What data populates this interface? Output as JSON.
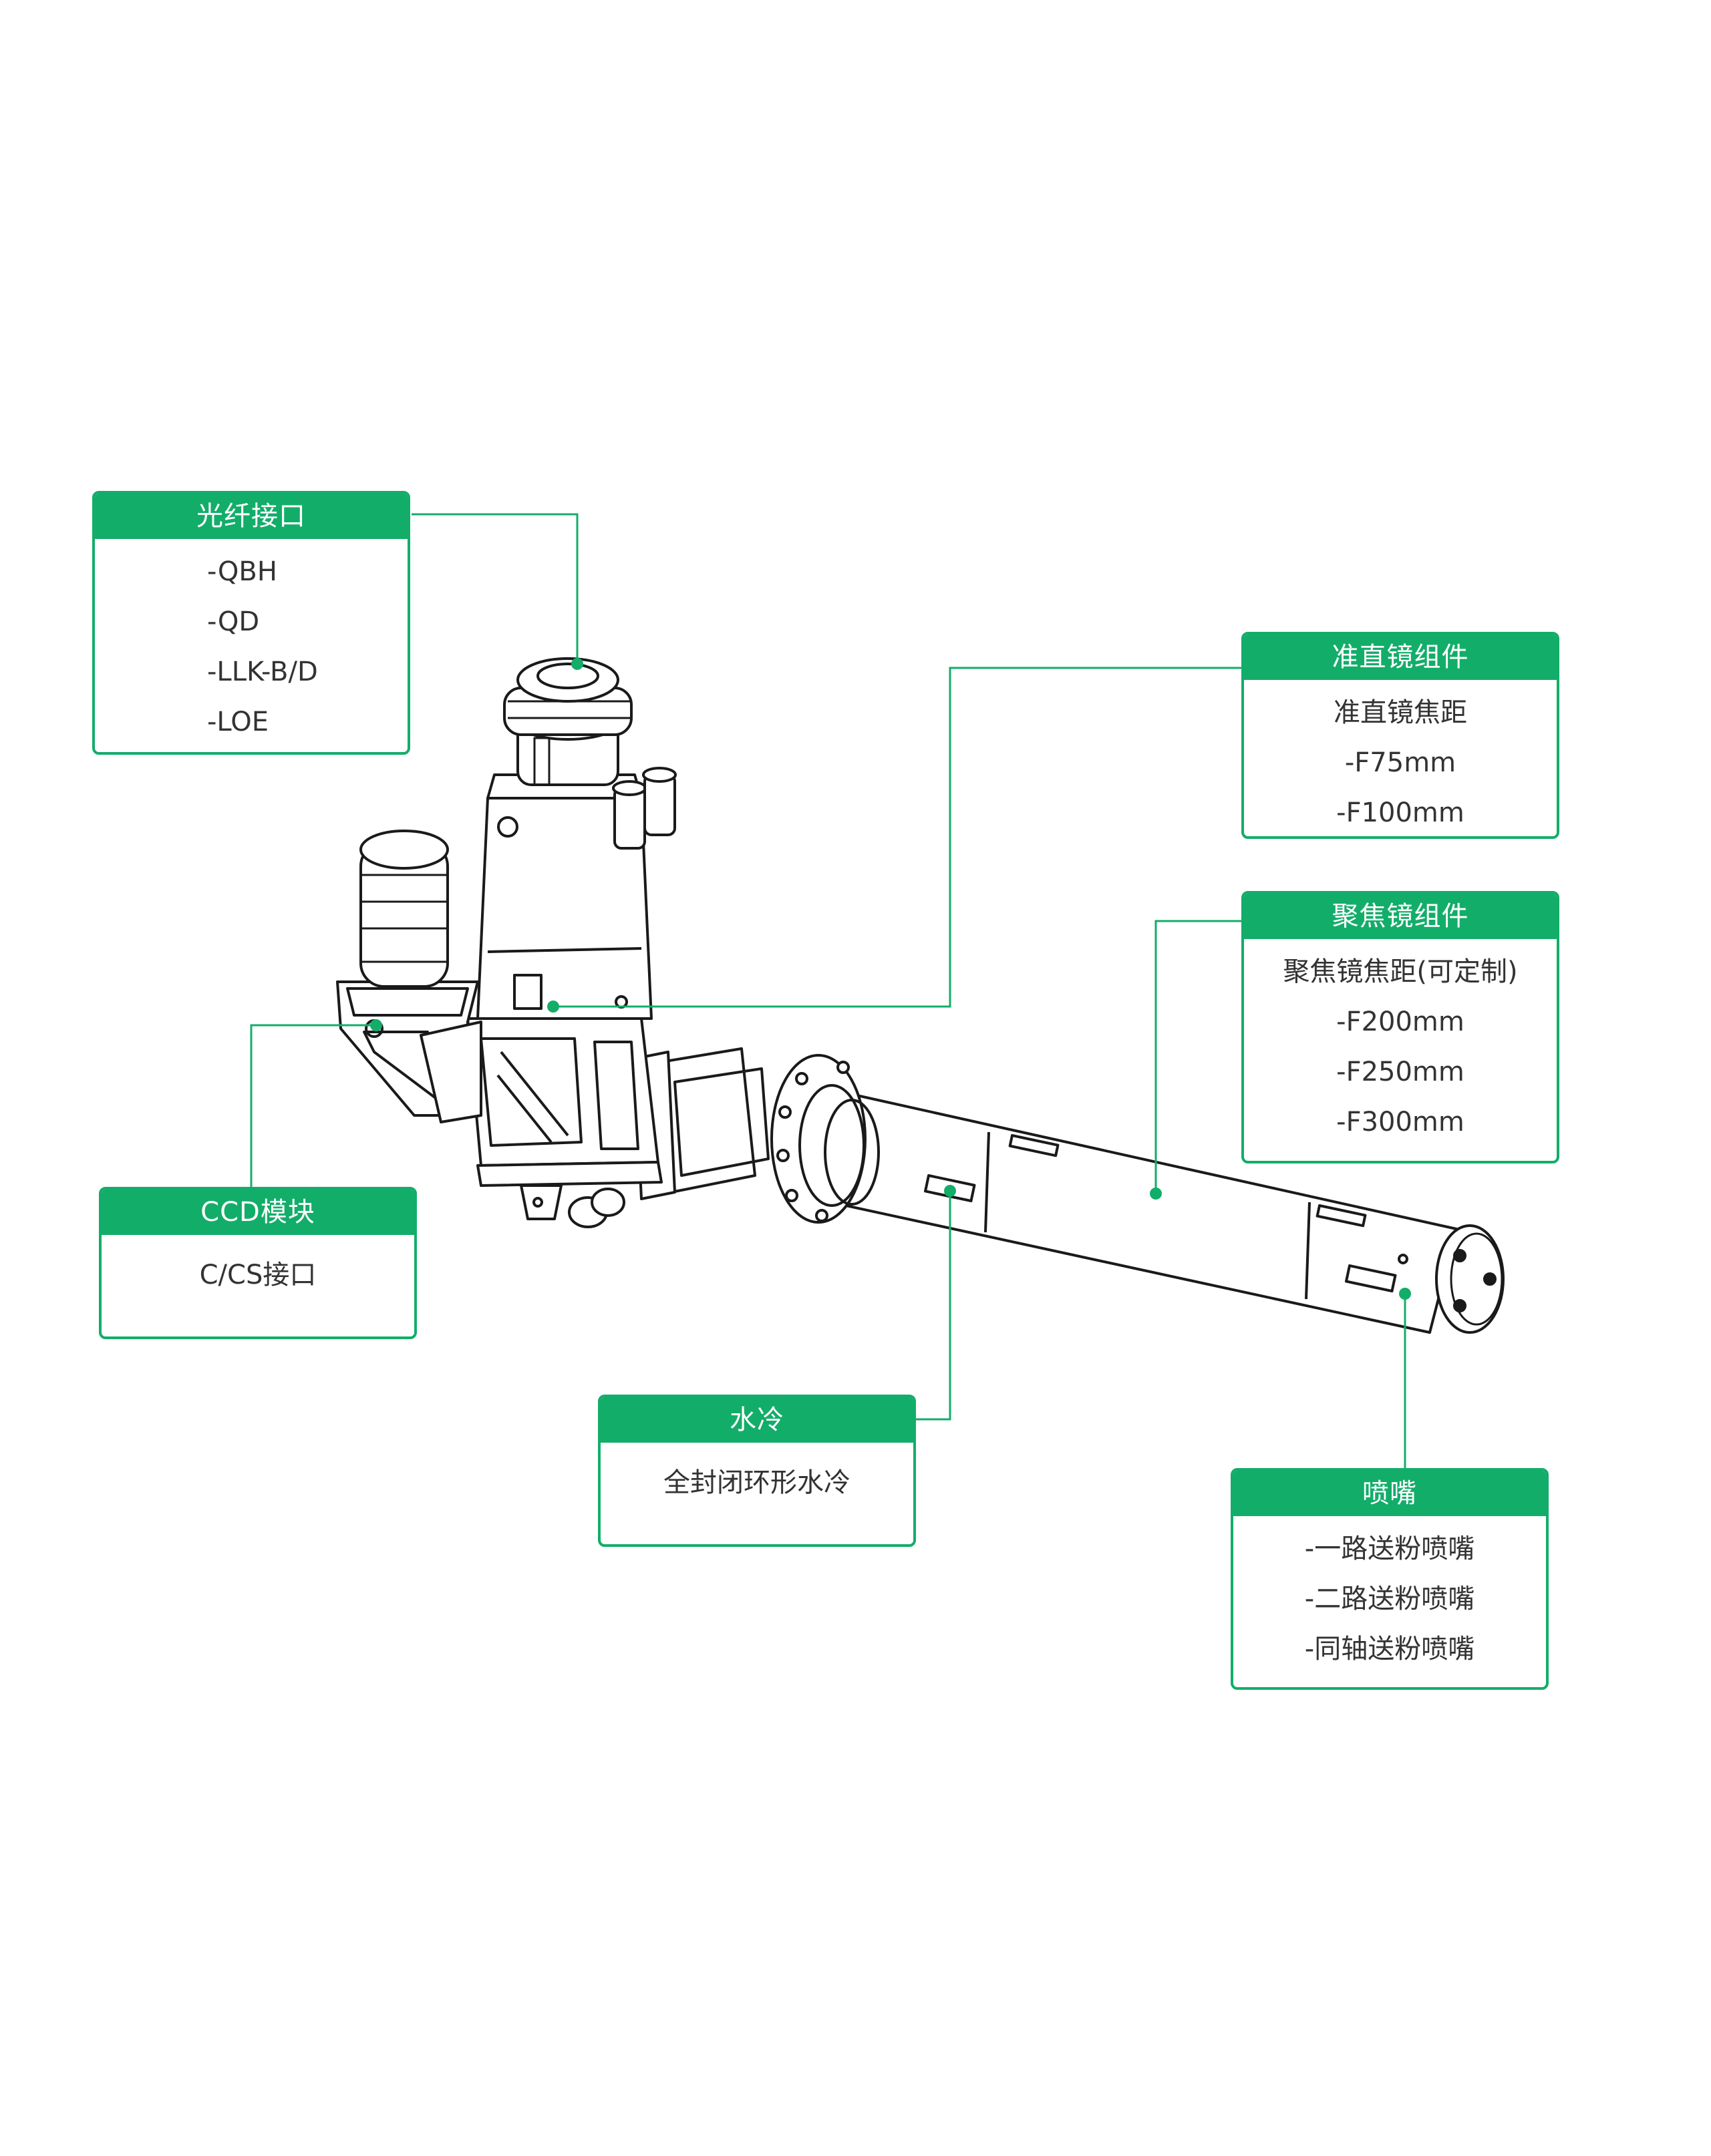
{
  "colors": {
    "accent": "#13ad6a",
    "drawing": "#1a1a1a",
    "text": "#333333"
  },
  "callouts": {
    "fiber": {
      "title": "光纤接口",
      "items": [
        "-QBH",
        "-QD",
        "-LLK-B/D",
        "-LOE"
      ]
    },
    "collimator": {
      "title": "准直镜组件",
      "items": [
        "准直镜焦距",
        "-F75mm",
        "-F100mm"
      ]
    },
    "focus": {
      "title": "聚焦镜组件",
      "items": [
        "聚焦镜焦距(可定制)",
        "-F200mm",
        "-F250mm",
        "-F300mm"
      ]
    },
    "ccd": {
      "title": "CCD模块",
      "items": [
        "C/CS接口"
      ]
    },
    "water": {
      "title": "水冷",
      "items": [
        "全封闭环形水冷"
      ]
    },
    "nozzle": {
      "title": "喷嘴",
      "items": [
        "-一路送粉喷嘴",
        "-二路送粉喷嘴",
        "-同轴送粉喷嘴"
      ]
    }
  }
}
